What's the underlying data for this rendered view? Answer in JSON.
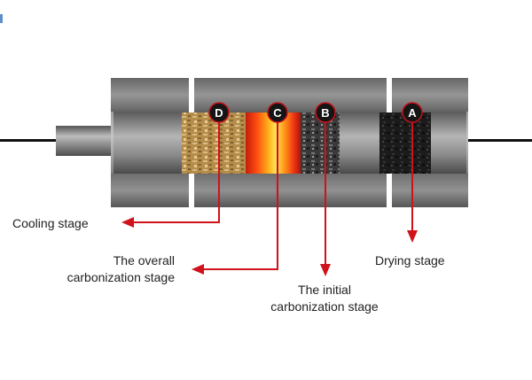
{
  "markers": [
    "D",
    "C",
    "B",
    "A"
  ],
  "stages": {
    "cooling": {
      "lines": [
        "Cooling stage"
      ]
    },
    "overall": {
      "lines": [
        "The overall",
        "carbonization stage"
      ]
    },
    "initial": {
      "lines": [
        "The initial",
        "carbonization stage"
      ]
    },
    "drying": {
      "lines": [
        "Drying stage"
      ]
    }
  },
  "colors": {
    "arrow": "#d0121b",
    "marker": "#c8101a",
    "shaft": "#111111",
    "metal_dark": "#3a3a3a",
    "metal_light": "#a9a9a9"
  }
}
